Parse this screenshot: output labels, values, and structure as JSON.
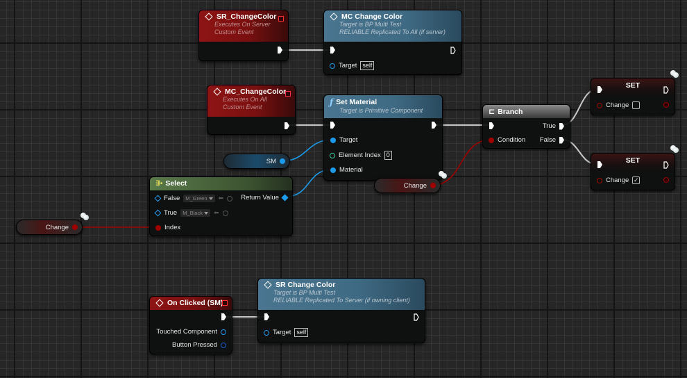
{
  "graph": {
    "nodes": {
      "sr_event": {
        "title": "SR_ChangeColor",
        "subtitle": [
          "Executes On Server",
          "Custom Event"
        ]
      },
      "mc_call": {
        "title": "MC Change Color",
        "subtitle": [
          "Target is BP Multi Test",
          "RELIABLE Replicated To All (if server)"
        ],
        "target_label": "Target",
        "target_value": "self"
      },
      "mc_event": {
        "title": "MC_ChangeColor",
        "subtitle": [
          "Executes On All",
          "Custom Event"
        ]
      },
      "set_material": {
        "title": "Set Material",
        "subtitle": [
          "Target is Primitive Component"
        ],
        "pins": {
          "target": "Target",
          "element_index": "Element Index",
          "element_index_value": "0",
          "material": "Material"
        }
      },
      "branch": {
        "title": "Branch",
        "pins": {
          "condition": "Condition",
          "true": "True",
          "false": "False"
        }
      },
      "set_true": {
        "title": "SET",
        "var_label": "Change",
        "checked": false
      },
      "set_false": {
        "title": "SET",
        "var_label": "Change",
        "checked": true
      },
      "sm_var": {
        "label": "SM"
      },
      "change_var_mid": {
        "label": "Change"
      },
      "change_var_left": {
        "label": "Change"
      },
      "select": {
        "title": "Select",
        "pins": {
          "false": "False",
          "false_value": "M_Green",
          "true": "True",
          "true_value": "M_Black",
          "index": "Index",
          "return_value": "Return Value"
        }
      },
      "on_clicked": {
        "title": "On Clicked (SM)",
        "pins": {
          "touched_component": "Touched Component",
          "button_pressed": "Button Pressed"
        }
      },
      "sr_call": {
        "title": "SR Change Color",
        "subtitle": [
          "Target is BP Multi Test",
          "RELIABLE Replicated To Server (if owning client)"
        ],
        "target_label": "Target",
        "target_value": "self"
      }
    },
    "colors": {
      "exec_wire": "#c8c8c8",
      "object_wire": "#1b9bea",
      "bool_wire": "#a00000",
      "event_header": "#8e1414",
      "function_header": "#4a7590",
      "select_header": "#5a7a4a"
    }
  }
}
